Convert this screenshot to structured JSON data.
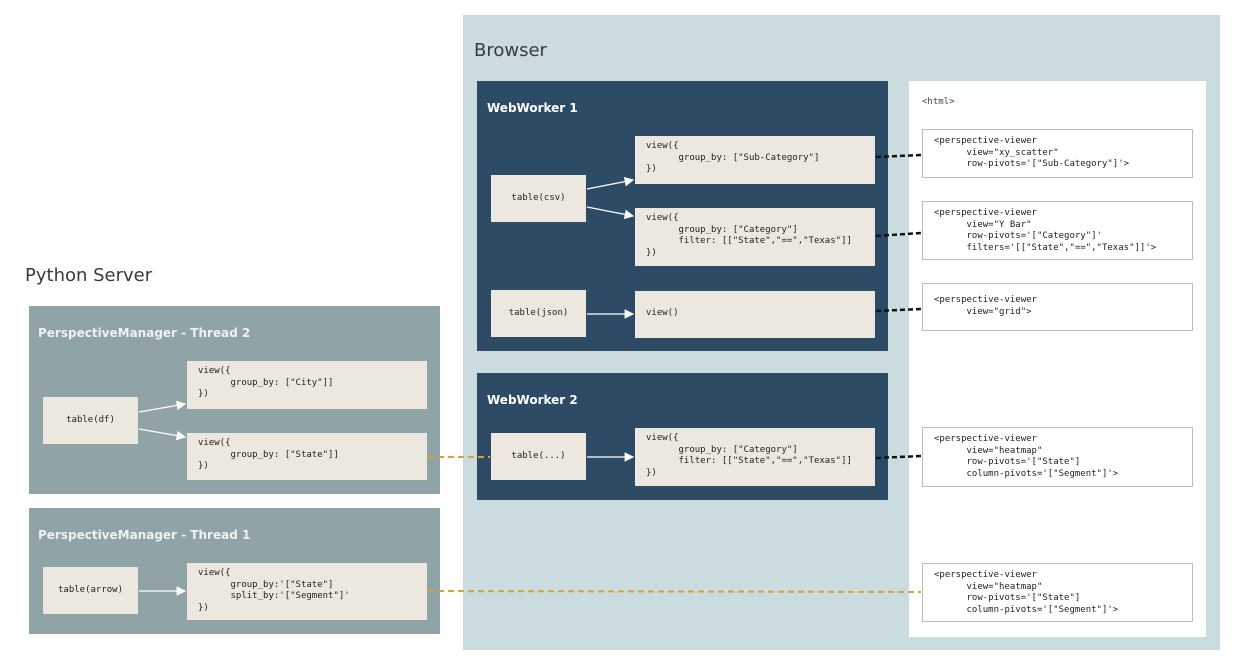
{
  "browser": {
    "title": "Browser",
    "html_tag": "<html>",
    "webworker1": {
      "title": "WebWorker 1",
      "tables": [
        "table(csv)",
        "table(json)"
      ],
      "views": [
        "view({\n      group_by: [\"Sub-Category\"]\n})",
        "view({\n      group_by: [\"Category\"]\n      filter: [[\"State\",\"==\",\"Texas\"]]\n})",
        "view()"
      ]
    },
    "webworker2": {
      "title": "WebWorker 2",
      "table": "table(...)",
      "view": "view({\n      group_by: [\"Category\"]\n      filter: [[\"State\",\"==\",\"Texas\"]]\n})"
    },
    "viewers": [
      "<perspective-viewer\n      view=\"xy_scatter\"\n      row-pivots='[\"Sub-Category\"]'>",
      "<perspective-viewer\n      view=\"Y Bar\"\n      row-pivots='[\"Category\"]'\n      filters='[[\"State\",\"==\",\"Texas\"]]'>",
      "<perspective-viewer\n      view=\"grid\">",
      "<perspective-viewer\n      view=\"heatmap\"\n      row-pivots='[\"State\"]\n      column-pivots='[\"Segment\"]'>",
      "<perspective-viewer\n      view=\"heatmap\"\n      row-pivots='[\"State\"]\n      column-pivots='[\"Segment\"]'>"
    ]
  },
  "server": {
    "title": "Python Server",
    "thread2": {
      "title": "PerspectiveManager - Thread 2",
      "table": "table(df)",
      "views": [
        "view({\n      group_by: [\"City\"]]\n})",
        "view({\n      group_by: [\"State\"]]\n})"
      ]
    },
    "thread1": {
      "title": "PerspectiveManager - Thread 1",
      "table": "table(arrow)",
      "view": "view({\n      group_by:'[\"State\"]\n      split_by:'[\"Segment\"]'\n})"
    }
  },
  "colors": {
    "browser_bg": "#cadcdf",
    "worker_bg": "#2e4b66",
    "server_bg": "#90a3a6",
    "box_bg": "#ece8e0",
    "link_dark": "#111111",
    "link_gold": "#d4a43a"
  }
}
